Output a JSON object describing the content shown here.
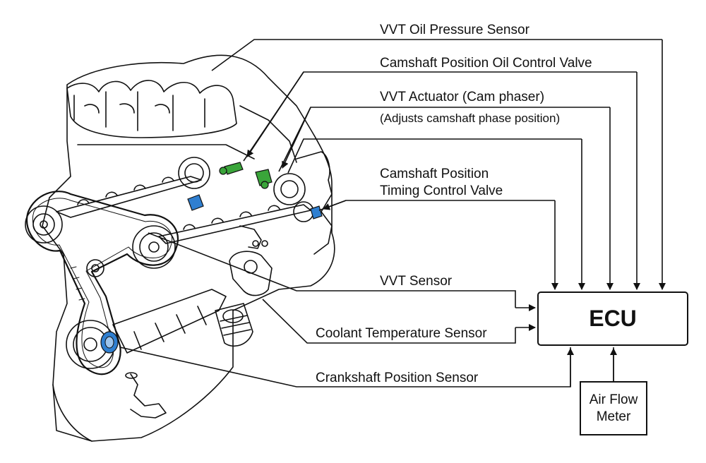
{
  "labels": {
    "vvt_oil_pressure_sensor": "VVT Oil Pressure Sensor",
    "camshaft_position_oil_control_valve": "Camshaft Position Oil Control Valve",
    "vvt_actuator": "VVT Actuator (Cam phaser)",
    "vvt_actuator_note": "(Adjusts camshaft phase position)",
    "camshaft_timing_valve_line1": "Camshaft Position",
    "camshaft_timing_valve_line2": "Timing Control Valve",
    "vvt_sensor": "VVT Sensor",
    "coolant_temperature_sensor": "Coolant Temperature Sensor",
    "crankshaft_position_sensor": "Crankshaft Position Sensor"
  },
  "ecu": {
    "label": "ECU"
  },
  "air_flow_meter": {
    "line1": "Air Flow",
    "line2": "Meter"
  },
  "colors": {
    "line": "#111111",
    "green_component": "#3aa53a",
    "blue_component": "#2f7fd0",
    "background": "#ffffff"
  }
}
